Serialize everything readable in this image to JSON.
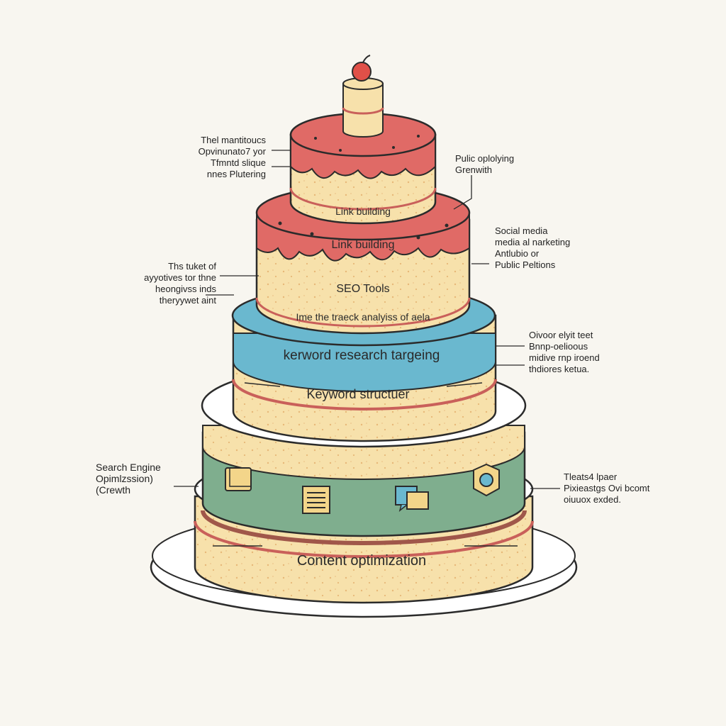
{
  "colors": {
    "background": "#f8f6f0",
    "sponge": "#f7e1ab",
    "frosting_red": "#e06a66",
    "band_blue": "#6ab8cf",
    "band_green": "#7fae8e",
    "plate": "#ffffff",
    "outline": "#2b2b2b",
    "filling": "#c9605a"
  },
  "layers": {
    "top_tier_label": "Link building",
    "second_tier_frosting_label": "Link building",
    "seo_tools_label": "SEO Tools",
    "track_label": "Ime the traeck analyiss of aela",
    "blue_band_label": "kerword research targeing",
    "keyword_structure_label": "Keyword structuer",
    "bottom_label": "Content optimization"
  },
  "icons": [
    "folder-icon",
    "list-document-icon",
    "chat-windows-icon",
    "badge-shield-icon"
  ],
  "annotations": {
    "top_left": "Thel mantitoucs\nOpvinunato7 yor\nTfmntd slique\nnnes Plutering",
    "top_right": "Pulic oplolying\nGrenwith",
    "social_right": "Social media\nmedia al narketing\nAntlubio or\nPublic Peltions",
    "mid_left": "Ths tuket of\nayyotives tor thne\nheongivss inds\ntheryywet aint",
    "mid_right": "Oivoor elyit teet\nBnnp-oelioous\nmidive rnp iroend\nthdiores ketua.",
    "search_left": "Search Engine\nOpimlzssion)\n(Crewth",
    "bottom_right": "Tleats4 lpaer\nPixieastgs Ovi bcomt\noiuuox exded."
  },
  "cherry_topper": "cherry-icon"
}
